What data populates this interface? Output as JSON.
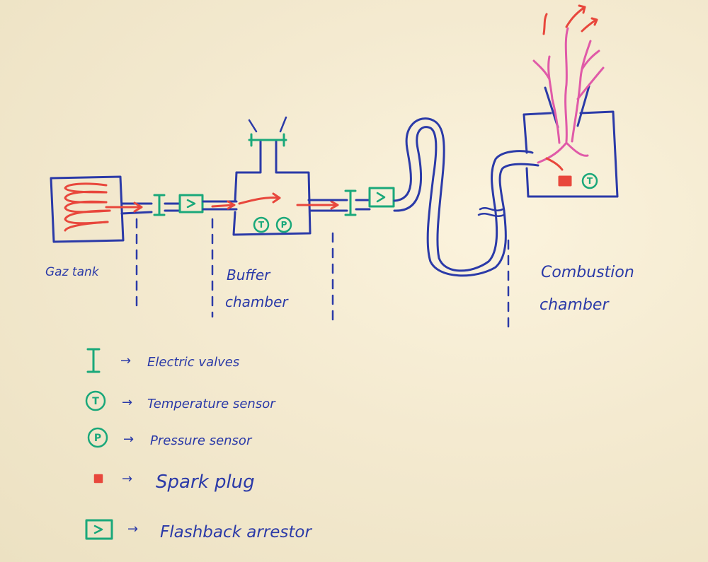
{
  "labels": {
    "gas_tank": "Gaz tank",
    "buffer_1": "Buffer",
    "buffer_2": "chamber",
    "combustion_1": "Combustion",
    "combustion_2": "chamber"
  },
  "sensor_letters": {
    "temperature": "T",
    "pressure": "P",
    "flashback": ">"
  },
  "legend": [
    {
      "symbol": "electric-valve",
      "text": "Electric valves"
    },
    {
      "symbol": "temperature-sensor",
      "text": "Temperature sensor"
    },
    {
      "symbol": "pressure-sensor",
      "text": "Pressure sensor"
    },
    {
      "symbol": "spark-plug",
      "text": "Spark plug"
    },
    {
      "symbol": "flashback-arrestor",
      "text": "Flashback arrestor"
    }
  ],
  "legend_arrow": "→",
  "colors": {
    "marker_blue": "#2b3aa8",
    "marker_green": "#1aa87a",
    "marker_red": "#e8473c",
    "marker_pink": "#e05aa8"
  }
}
